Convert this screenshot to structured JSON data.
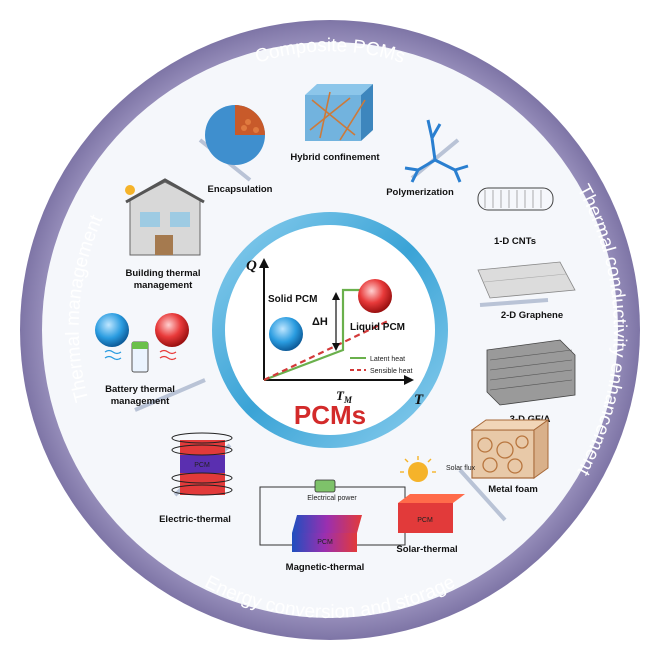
{
  "ring": {
    "top": "Composite PCMs",
    "right": "Thermal conductivity enhancement",
    "bottom": "Energy conversion and storage",
    "left": "Thermal management"
  },
  "sections": {
    "encapsulation": "Encapsulation",
    "hybrid": "Hybrid confinement",
    "polymerization": "Polymerization",
    "cnts": "1-D CNTs",
    "graphene": "2-D Graphene",
    "gfa": "3-D GF/A",
    "metal_foam": "Metal foam",
    "building_1": "Building thermal",
    "building_2": "management",
    "battery_1": "Battery thermal",
    "battery_2": "management",
    "electric": "Electric-thermal",
    "magnetic": "Magnetic-thermal",
    "solar": "Solar-thermal",
    "electrical_power": "Electrical power",
    "solar_flux": "Solar flux",
    "pcm_block": "PCM"
  },
  "center": {
    "title": "PCMs",
    "y_axis": "Q",
    "x_axis": "T",
    "tm": "T",
    "tm_sub": "M",
    "solid": "Solid PCM",
    "liquid": "Liquid PCM",
    "delta_h": "ΔH",
    "legend_latent": "Latent heat",
    "legend_sensible": "Sensible heat"
  },
  "colors": {
    "ring": "#8f86b6",
    "center_ring": "#5db2dc",
    "title_red": "#d32a2a",
    "latent": "#6ab04c",
    "sensible": "#d33a3a"
  }
}
